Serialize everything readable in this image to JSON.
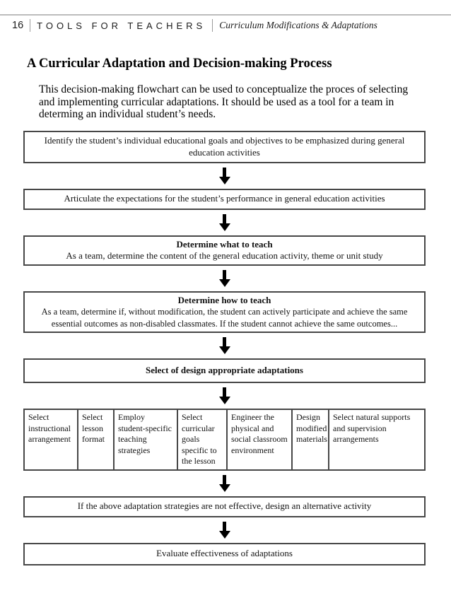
{
  "header": {
    "page_number": "16",
    "brand": "TOOLS FOR TEACHERS",
    "subtitle": "Curriculum Modifications & Adaptations"
  },
  "title": "A Curricular Adaptation and Decision-making Process",
  "intro": "This decision-making flowchart can be used to conceptualize the proces of selecting and implementing curricular adaptations. It should be used as a tool for a team in determing an individual student’s needs.",
  "flowchart": {
    "boxes_before_options": [
      {
        "text": "Identify the student’s individual educational goals and objectives to be emphasized during general education activities"
      },
      {
        "text": "Articulate the expectations for the student’s performance in general education activities"
      },
      {
        "heading": "Determine what to teach",
        "text": "As a team, determine the content of the general education activity, theme or unit study"
      },
      {
        "heading": "Determine how to teach",
        "text": "As a team, determine if, without modification, the student can actively participate and achieve the same essential outcomes as non-disabled classmates. If the student cannot achieve the same outcomes..."
      },
      {
        "heading": "Select of design appropriate adaptations"
      }
    ],
    "adaptation_options": [
      "Select instructional arrangement",
      "Select lesson format",
      "Employ student-specific teaching strategies",
      "Select curricular goals specific to the lesson",
      "Engineer the physical and social classroom environment",
      "Design modified materials",
      "Select natural supports and supervision arrangements"
    ],
    "boxes_after_options": [
      {
        "text": "If the above adaptation strategies are not effective, design an alternative activity"
      },
      {
        "text": "Evaluate effectiveness of adaptations"
      }
    ]
  },
  "colors": {
    "ink": "#000000",
    "box_border": "#474747",
    "rule_gray": "#bcbcbc"
  }
}
